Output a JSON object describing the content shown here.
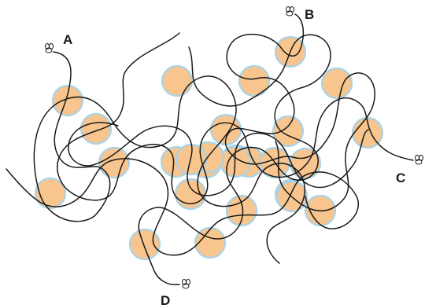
{
  "colors": {
    "node_fill": "#f7c58d",
    "node_stroke": "#a9d3e8",
    "chain": "#1a1a1a",
    "label": "#1a1a1a"
  },
  "chain_ends": [
    {
      "id": "A",
      "label": "A",
      "icon": "bee-icon"
    },
    {
      "id": "B",
      "label": "B",
      "icon": "bee-icon"
    },
    {
      "id": "C",
      "label": "C",
      "icon": "bee-icon"
    },
    {
      "id": "D",
      "label": "D",
      "icon": "bee-icon"
    }
  ],
  "crosslink_count": 27
}
